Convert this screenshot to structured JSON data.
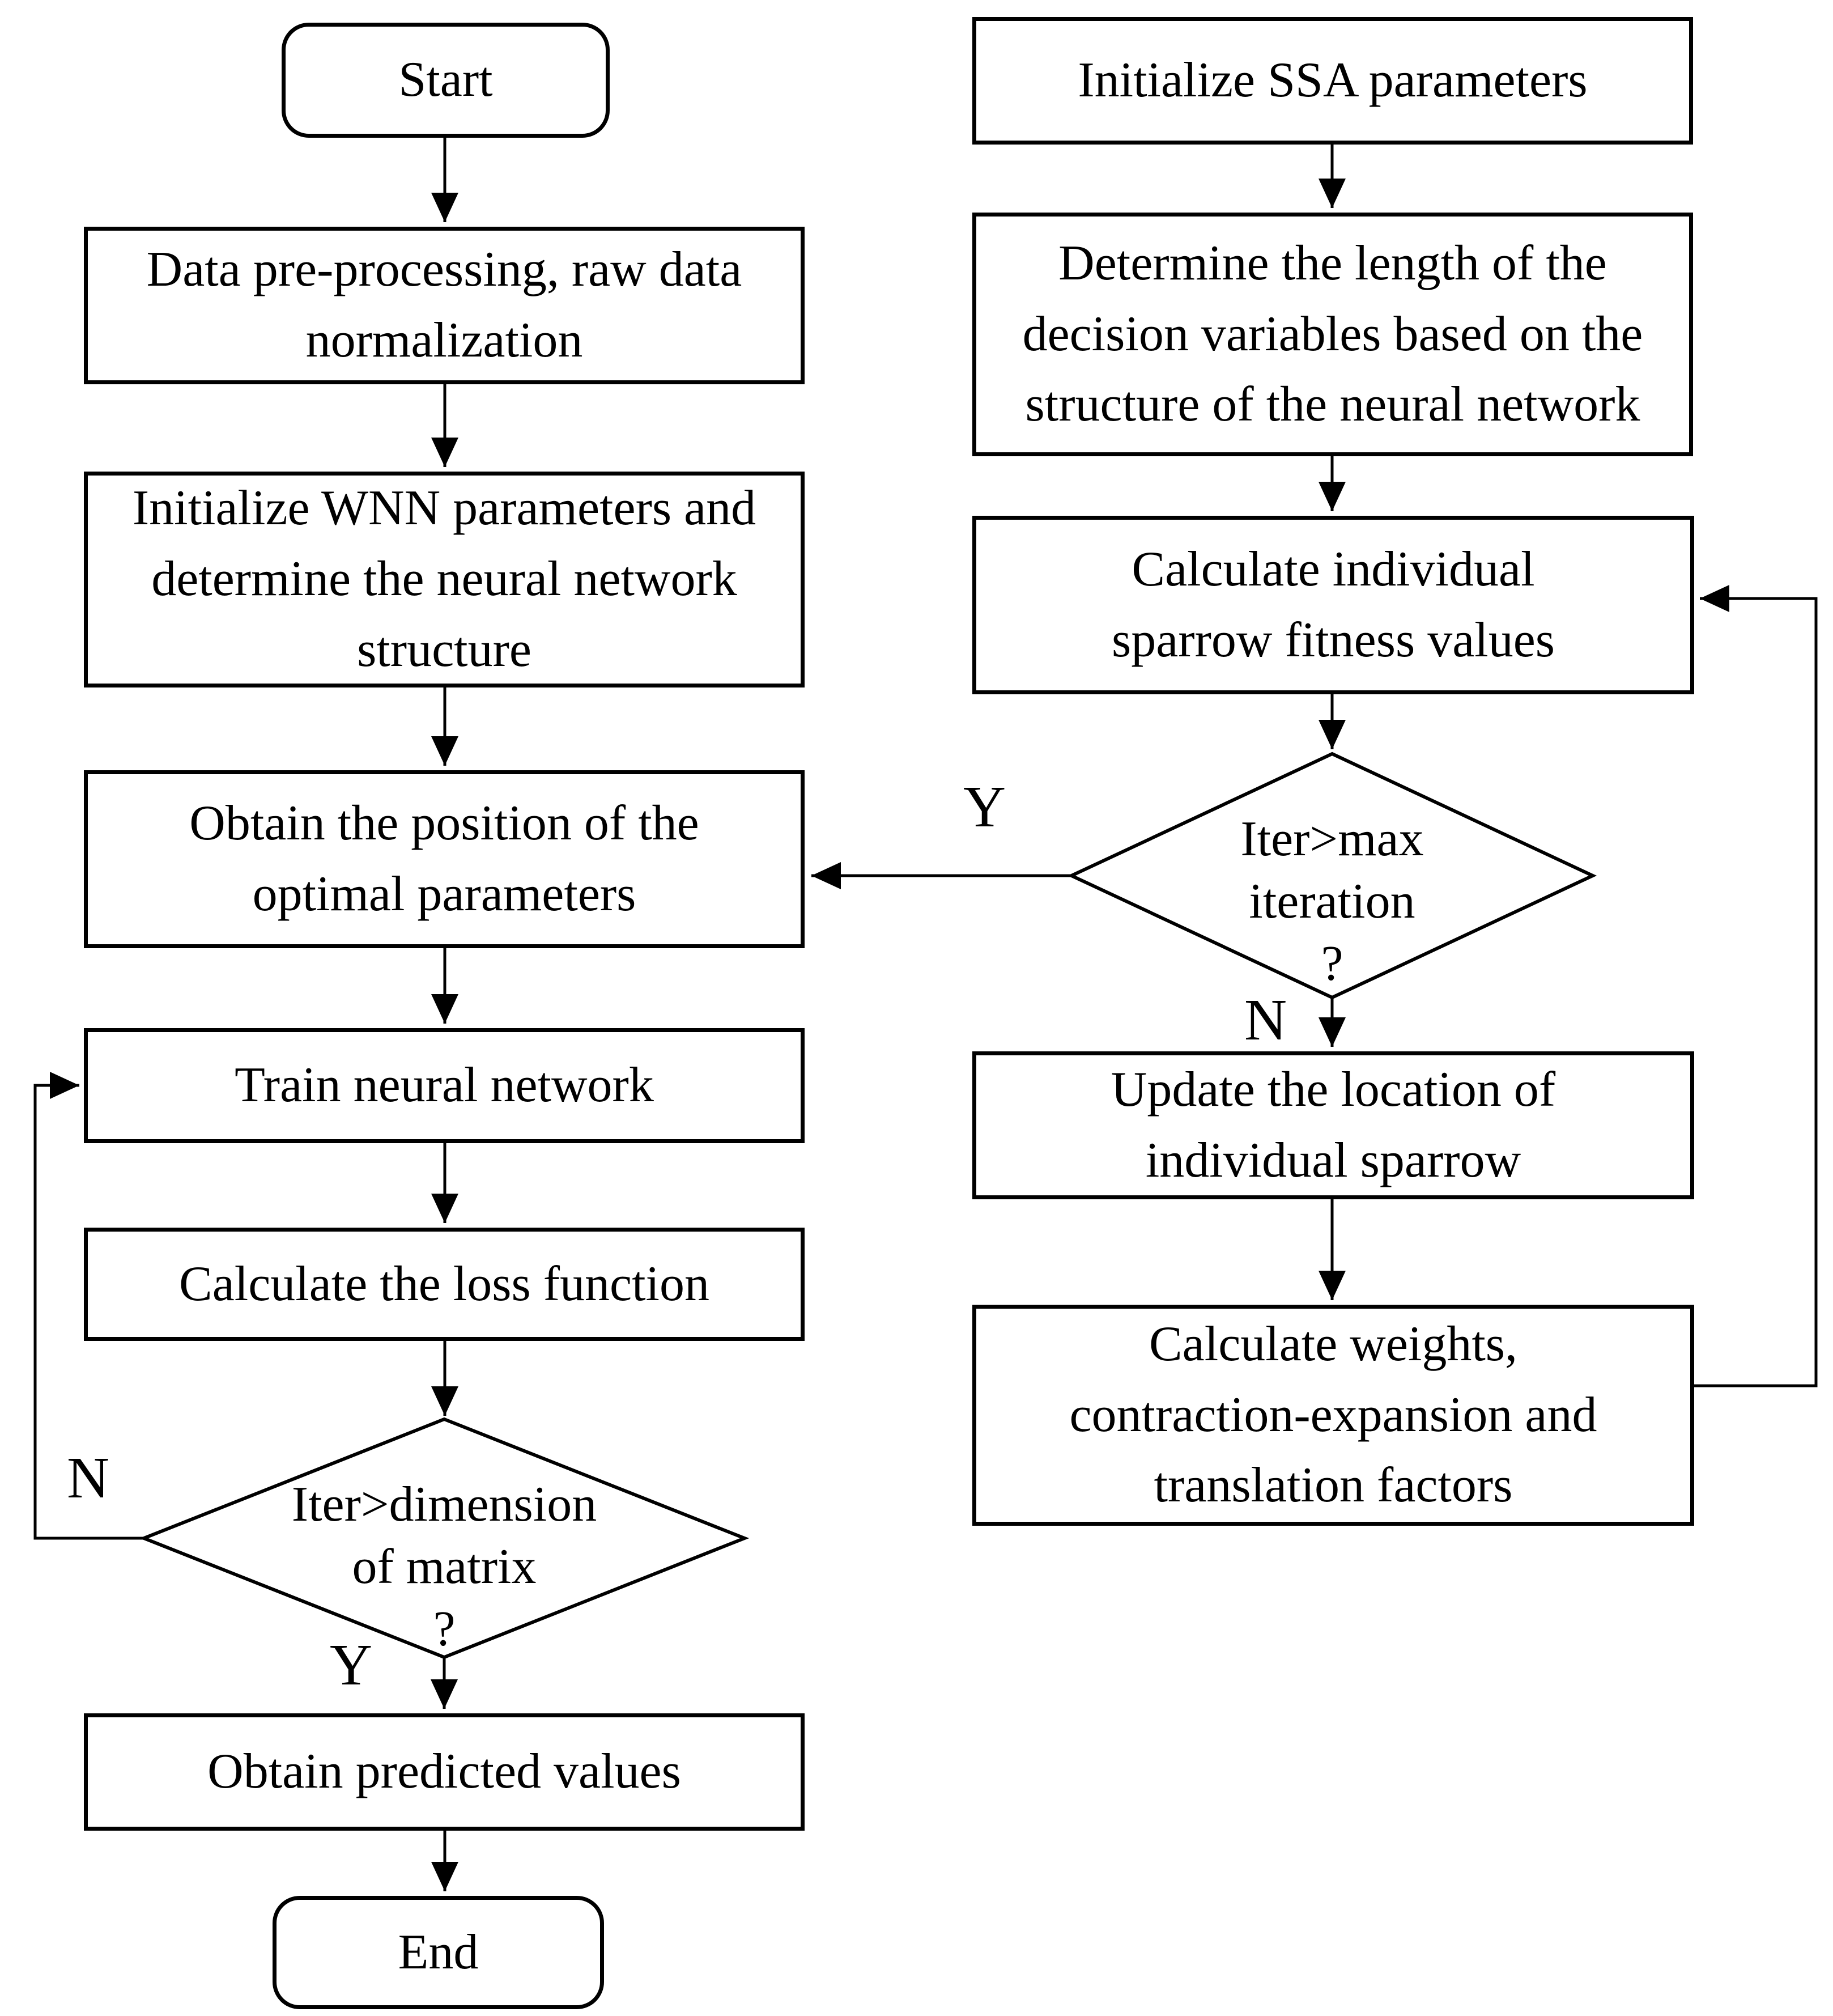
{
  "flowchart": {
    "left_column": {
      "start": "Start",
      "preprocess": "Data pre-processing, raw data normalization",
      "init_wnn": "Initialize WNN parameters and determine the neural network structure",
      "obtain_position": "Obtain the position of the optimal parameters",
      "train": "Train neural network",
      "loss": "Calculate the loss function",
      "decision_matrix": {
        "line1": "Iter>dimension",
        "line2": "of matrix",
        "question_mark": "?"
      },
      "obtain_predicted": "Obtain predicted values",
      "end": "End"
    },
    "right_column": {
      "init_ssa": "Initialize SSA parameters",
      "determine_length": "Determine the length of the decision variables based on the structure of the neural network",
      "fitness": "Calculate individual sparrow fitness values",
      "decision_iteration": {
        "line1": "Iter>max",
        "line2": "iteration",
        "question_mark": "?"
      },
      "update_location": "Update the location of individual sparrow",
      "calc_weights": "Calculate weights, contraction-expansion and translation factors"
    },
    "branch_labels": {
      "iteration_yes": "Y",
      "iteration_no": "N",
      "matrix_no": "N",
      "matrix_yes": "Y"
    },
    "colors": {
      "line": "#000000",
      "background": "#ffffff"
    }
  }
}
